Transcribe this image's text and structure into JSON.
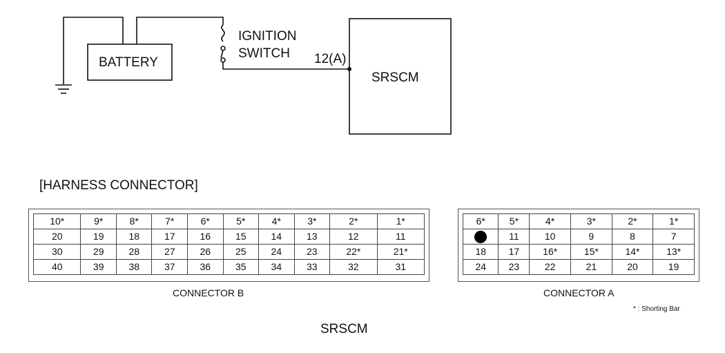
{
  "diagram": {
    "battery_label": "BATTERY",
    "ignition_label_line1": "IGNITION",
    "ignition_label_line2": "SWITCH",
    "pin_label": "12(A)",
    "module_label": "SRSCM"
  },
  "harness": {
    "title": "[HARNESS CONNECTOR]",
    "connector_b": {
      "caption": "CONNECTOR B",
      "rows": [
        [
          "10*",
          "9*",
          "8*",
          "7*",
          "6*",
          "5*",
          "4*",
          "3*",
          "2*",
          "1*"
        ],
        [
          "20",
          "19",
          "18",
          "17",
          "16",
          "15",
          "14",
          "13",
          "12",
          "11"
        ],
        [
          "30",
          "29",
          "28",
          "27",
          "26",
          "25",
          "24",
          "23",
          "22*",
          "21*"
        ],
        [
          "40",
          "39",
          "38",
          "37",
          "36",
          "35",
          "34",
          "33",
          "32",
          "31"
        ]
      ]
    },
    "connector_a": {
      "caption": "CONNECTOR A",
      "rows": [
        [
          "6*",
          "5*",
          "4*",
          "3*",
          "2*",
          "1*"
        ],
        [
          "●",
          "11",
          "10",
          "9",
          "8",
          "7"
        ],
        [
          "18",
          "17",
          "16*",
          "15*",
          "14*",
          "13*"
        ],
        [
          "24",
          "23",
          "22",
          "21",
          "20",
          "19"
        ]
      ]
    },
    "note": "* : Shorting Bar",
    "footer": "SRSCM"
  }
}
